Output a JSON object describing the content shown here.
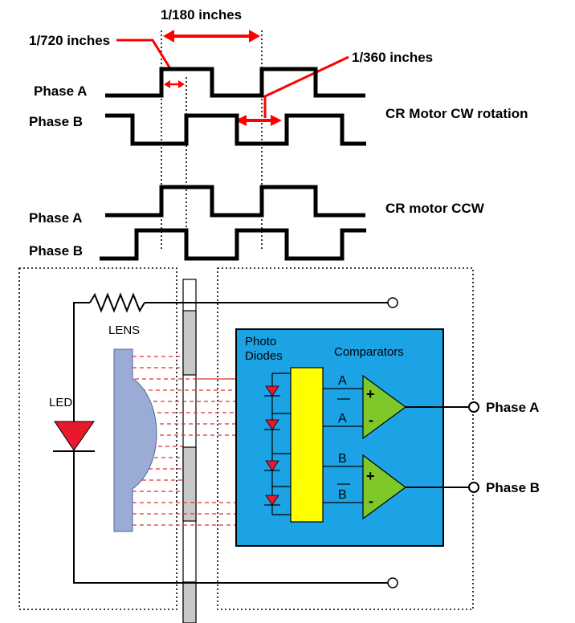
{
  "timing": {
    "period_label": "1/180 inches",
    "edge_label": "1/720 inches",
    "half_period_label": "1/360 inches"
  },
  "cw": {
    "title": "CR Motor CW rotation",
    "phase_a": "Phase A",
    "phase_b": "Phase B"
  },
  "ccw": {
    "title": "CR motor CCW",
    "phase_a": "Phase A",
    "phase_b": "Phase B"
  },
  "emitter": {
    "lens_label": "LENS",
    "led_label": "LED"
  },
  "detector": {
    "photo_diodes_line1": "Photo",
    "photo_diodes_line2": "Diodes",
    "comparators_label": "Comparators",
    "signal_a": "A",
    "signal_a_bar": "A",
    "signal_b": "B",
    "signal_b_bar": "B",
    "plus": "+",
    "minus": "-",
    "output_a": "Phase A",
    "output_b": "Phase B"
  },
  "colors": {
    "arrow": "#ff0000",
    "lens": "#9aabd6",
    "panel": "#1ba3e6",
    "buffer": "#ffff00",
    "comparator": "#7ec82a",
    "diode": "#e8192c"
  }
}
